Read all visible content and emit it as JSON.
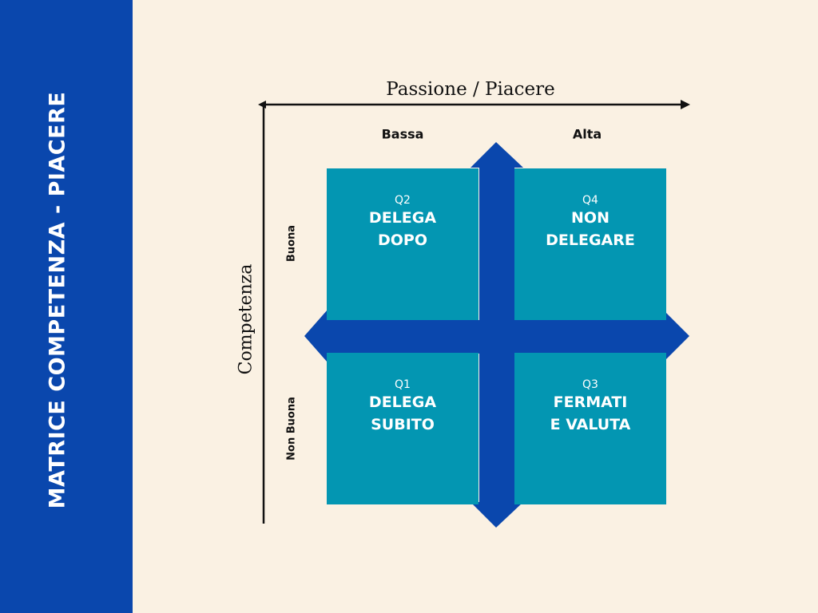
{
  "title": "MATRICE COMPETENZA -  PIACERE",
  "axes": {
    "x_title": "Passione / Piacere",
    "y_title": "Competenza",
    "x_low": "Bassa",
    "x_high": "Alta",
    "y_high": "Buona",
    "y_low": "Non Buona"
  },
  "quadrants": {
    "q2": {
      "code": "Q2",
      "label": "DELEGA\nDOPO"
    },
    "q4": {
      "code": "Q4",
      "label": "NON\nDELEGARE"
    },
    "q1": {
      "code": "Q1",
      "label": "DELEGA\nSUBITO"
    },
    "q3": {
      "code": "Q3",
      "label": "FERMATI\nE VALUTA"
    }
  },
  "colors": {
    "sidebar": "#0a47ad",
    "background": "#faf1e3",
    "quadrant": "#0396b2",
    "cross": "#0a47ad"
  }
}
